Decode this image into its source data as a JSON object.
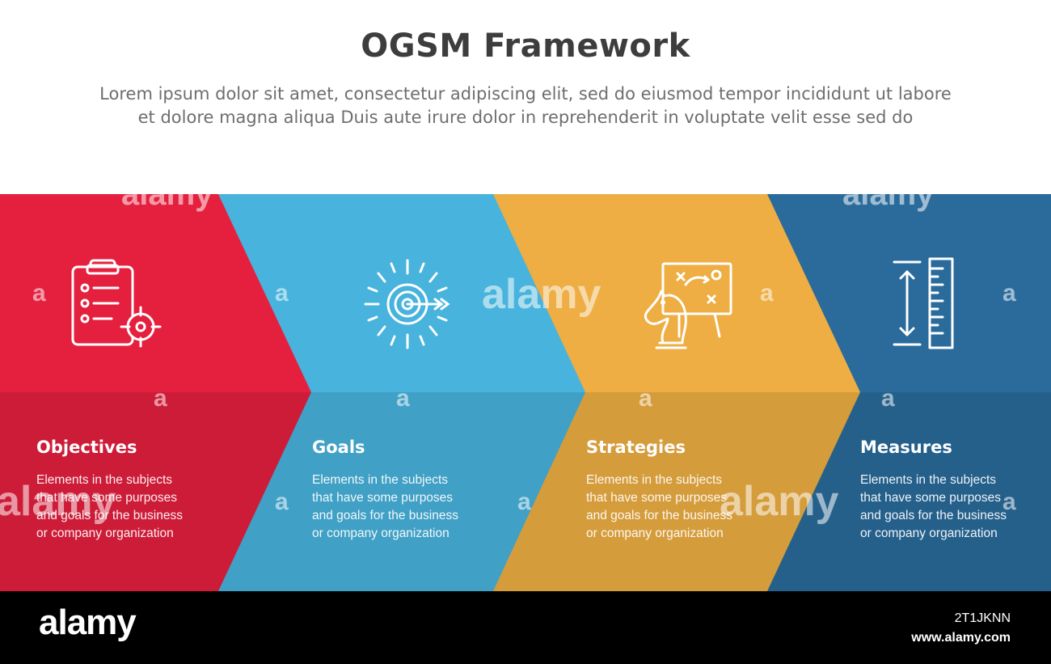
{
  "header": {
    "title": "OGSM Framework",
    "subtitle_line1": "Lorem ipsum dolor sit amet, consectetur adipiscing elit, sed do eiusmod tempor incididunt ut labore",
    "subtitle_line2": "et dolore magna aliqua Duis aute irure dolor in reprehenderit in voluptate velit esse sed do"
  },
  "colors": {
    "objectives": "#e5203f",
    "goals": "#48b3dc",
    "strategies": "#eeae43",
    "measures": "#2a6b9b"
  },
  "steps": [
    {
      "title": "Objectives",
      "desc_line1": "Elements in the subjects",
      "desc_line2": "that have some purposes",
      "desc_line3": "and goals for the  business",
      "desc_line4": "or company organization",
      "icon": "clipboard-target-icon"
    },
    {
      "title": "Goals",
      "desc_line1": "Elements in the subjects",
      "desc_line2": "that have some purposes",
      "desc_line3": "and goals for the  business",
      "desc_line4": "or company organization",
      "icon": "target-burst-icon"
    },
    {
      "title": "Strategies",
      "desc_line1": "Elements in the subjects",
      "desc_line2": "that have some purposes",
      "desc_line3": "and goals for the  business",
      "desc_line4": "or company organization",
      "icon": "chess-strategy-board-icon"
    },
    {
      "title": "Measures",
      "desc_line1": "Elements in the subjects",
      "desc_line2": "that have some purposes",
      "desc_line3": "and goals for the  business",
      "desc_line4": "or company organization",
      "icon": "ruler-measure-icon"
    }
  ],
  "watermark": {
    "word": "alamy",
    "letter": "a"
  },
  "footer": {
    "logo": "alamy",
    "image_id": "2T1JKNN",
    "url": "www.alamy.com"
  }
}
